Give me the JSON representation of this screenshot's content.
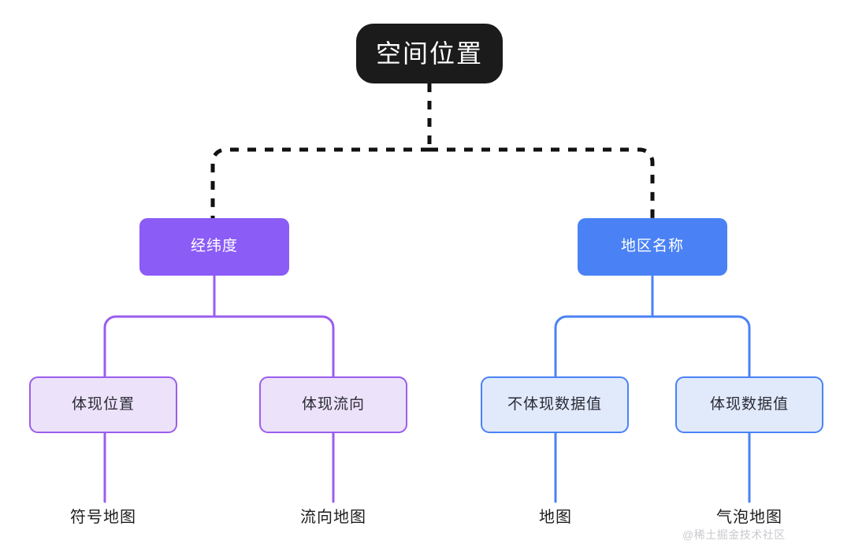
{
  "diagram": {
    "title": "空间位置",
    "type": "tree",
    "colors": {
      "root_fill": "#1b1b1b",
      "root_text": "#ffffff",
      "purple_branch": "#8b5cf6",
      "purple_light_fill": "#ece2f9",
      "purple_border": "#9b5dee",
      "blue_branch": "#4a82f5",
      "blue_light_fill": "#e0eafb",
      "blue_border": "#4a82f5",
      "connector_root": "#111111",
      "leaf_text": "#1d1d1f",
      "background": "#ffffff",
      "watermark": "#c9c9ce"
    },
    "root": {
      "label": "空间位置"
    },
    "level2": [
      {
        "id": "jingweidu",
        "label": "经纬度",
        "color": "purple"
      },
      {
        "id": "diqumingcheng",
        "label": "地区名称",
        "color": "blue"
      }
    ],
    "level3": [
      {
        "id": "tixian-weizhi",
        "label": "体现位置",
        "color": "purple",
        "parent": "jingweidu"
      },
      {
        "id": "tixian-liuxiang",
        "label": "体现流向",
        "color": "purple",
        "parent": "jingweidu"
      },
      {
        "id": "butixian-shujuzhi",
        "label": "不体现数据值",
        "color": "blue",
        "parent": "diqumingcheng"
      },
      {
        "id": "tixian-shujuzhi",
        "label": "体现数据值",
        "color": "blue",
        "parent": "diqumingcheng"
      }
    ],
    "leaves": [
      {
        "id": "fuhao-ditu",
        "label": "符号地图",
        "color": "purple",
        "parent": "tixian-weizhi"
      },
      {
        "id": "liuxiang-ditu",
        "label": "流向地图",
        "color": "purple",
        "parent": "tixian-liuxiang"
      },
      {
        "id": "ditu",
        "label": "地图",
        "color": "blue",
        "parent": "butixian-shujuzhi"
      },
      {
        "id": "qipao-ditu",
        "label": "气泡地图",
        "color": "blue",
        "parent": "tixian-shujuzhi"
      }
    ],
    "watermark": "@稀土掘金技术社区"
  }
}
